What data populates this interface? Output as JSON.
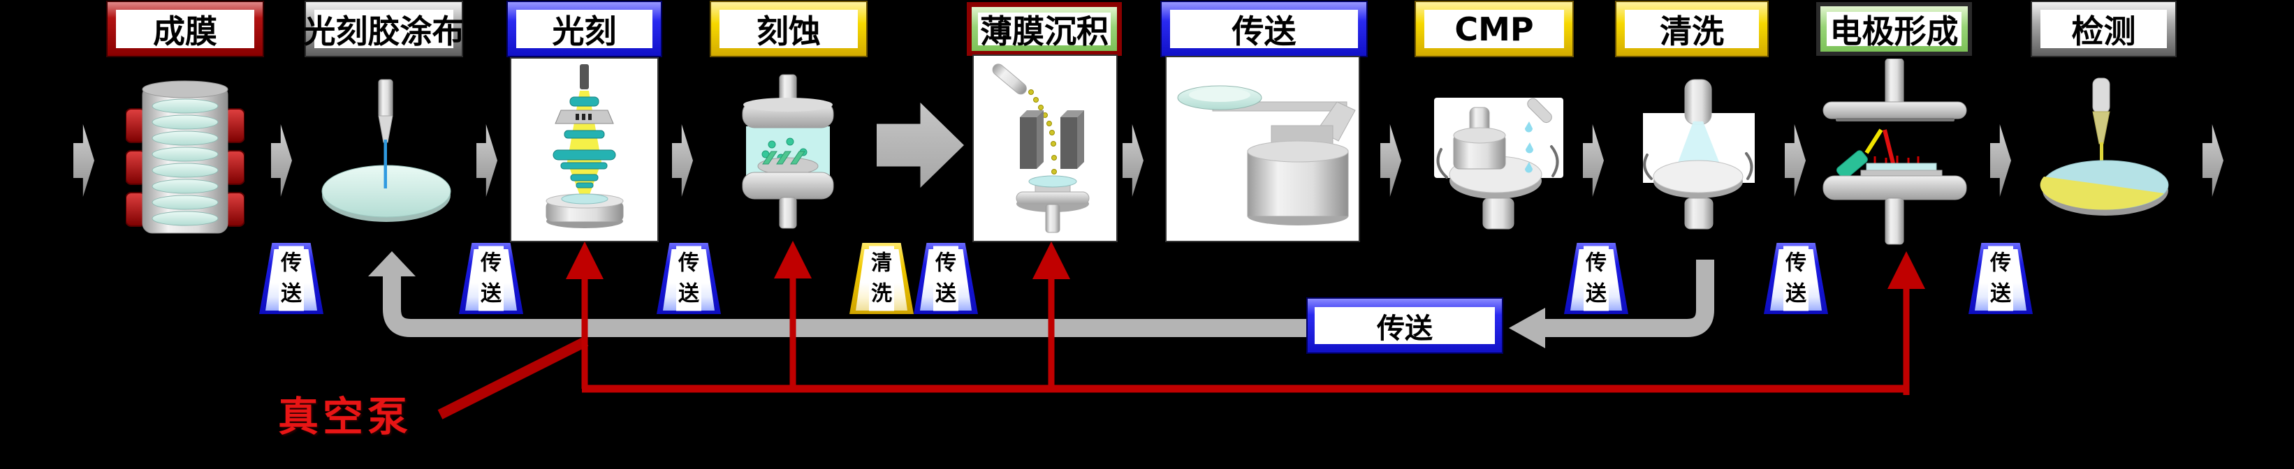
{
  "process_flow": {
    "stations": [
      {
        "id": "film-formation",
        "label": "成膜",
        "frame": "red"
      },
      {
        "id": "photoresist-coating",
        "label": "光刻胶涂布",
        "frame": "silver"
      },
      {
        "id": "lithography",
        "label": "光刻",
        "frame": "blue"
      },
      {
        "id": "etching",
        "label": "刻蚀",
        "frame": "gold"
      },
      {
        "id": "thin-film-deposition",
        "label": "薄膜沉积",
        "frame": "green-red"
      },
      {
        "id": "transfer",
        "label": "传送",
        "frame": "blue"
      },
      {
        "id": "cmp",
        "label": "CMP",
        "frame": "gold"
      },
      {
        "id": "cleaning",
        "label": "清洗",
        "frame": "gold"
      },
      {
        "id": "electrode-formation",
        "label": "电极形成",
        "frame": "green-black"
      },
      {
        "id": "inspection",
        "label": "检测",
        "frame": "silver"
      }
    ]
  },
  "transfer_pods": [
    {
      "label": "传送",
      "type": "blue"
    },
    {
      "label": "传送",
      "type": "blue"
    },
    {
      "label": "传送",
      "type": "blue"
    },
    {
      "label": "清洗",
      "type": "yellow"
    },
    {
      "label": "传送",
      "type": "blue"
    },
    {
      "label": "传送",
      "type": "blue"
    },
    {
      "label": "传送",
      "type": "blue"
    },
    {
      "label": "传送",
      "type": "blue"
    }
  ],
  "return_path": {
    "box_label": "传送"
  },
  "vacuum_pump": {
    "label": "真空泵"
  },
  "colors": {
    "background": "#000000",
    "vacuum_line": "#c00000",
    "vacuum_text": "#e81515",
    "return_path_gray": "#b4b4b4",
    "frame_red": "#a80f0f",
    "frame_blue": "#2525e8",
    "frame_gold": "#f2cf00",
    "frame_silver": "#9a9a9a",
    "frame_green": "#98d477"
  }
}
